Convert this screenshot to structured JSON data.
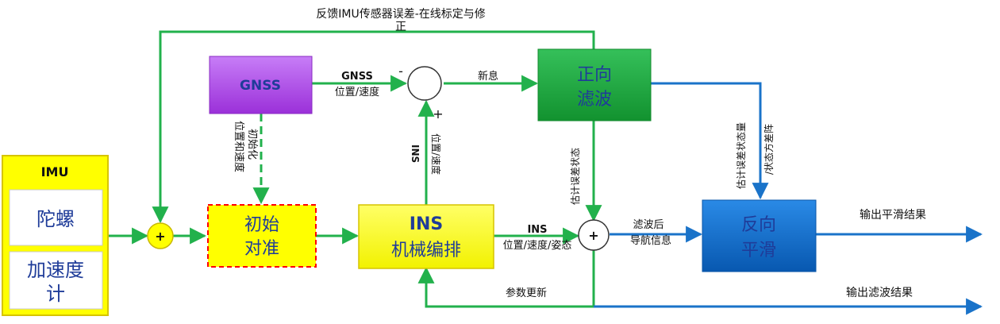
{
  "colors": {
    "green": "#22b14c",
    "blue": "#1a73c9",
    "yellow": "#ffff00",
    "gnss_fill": "#b84ef0",
    "forward_fill": "#1fa83e",
    "smooth_fill": "#0a6fd0",
    "sum_fill": "#ffff00",
    "init_border": "#ff0000"
  },
  "imu": {
    "title": "IMU",
    "gyro": "陀螺",
    "accel_line1": "加速度",
    "accel_line2": "计"
  },
  "gnss": {
    "title": "GNSS"
  },
  "init_align": {
    "line1": "初始",
    "line2": "对准"
  },
  "ins_mech": {
    "line1": "INS",
    "line2": "机械编排"
  },
  "forward_filter": {
    "line1": "正向",
    "line2": "滤波"
  },
  "backward_smooth": {
    "line1": "反向",
    "line2": "平滑"
  },
  "sum_symbol": "+",
  "comparator": {
    "minus": "-",
    "plus": "+"
  },
  "labels": {
    "feedback_line1": "反馈IMU传感器误差-在线标定与修",
    "feedback_line2": "正",
    "gnss_out_line1": "GNSS",
    "gnss_out_line2": "位置/速度",
    "innovation": "新息",
    "init_pv_line1": "位置和速度",
    "init_pv_line2": "初始化",
    "ins_pv_line1": "INS",
    "ins_pv_line2": "位置/速度",
    "est_error": "估计误差状态",
    "est_state_line1": "估计误差状态量",
    "est_state_line2": "/状态方差阵",
    "ins_out_line1": "INS",
    "ins_out_line2": "位置/速度/姿态",
    "filtered_line1": "滤波后",
    "filtered_line2": "导航信息",
    "output_smooth": "输出平滑结果",
    "param_update": "参数更新",
    "output_filter": "输出滤波结果"
  }
}
